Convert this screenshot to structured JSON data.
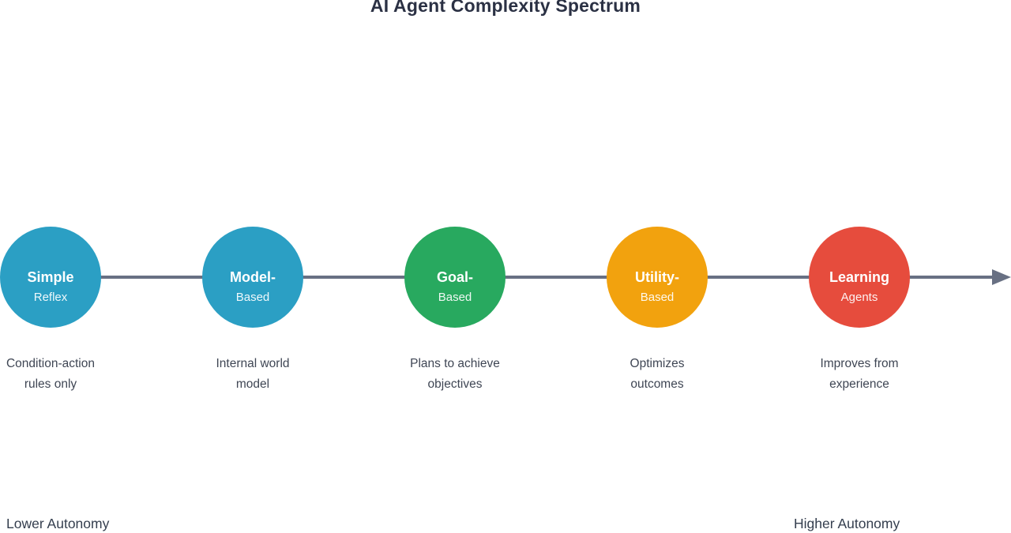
{
  "title": "AI Agent Complexity Spectrum",
  "axis": {
    "start_label": "Lower Autonomy",
    "end_label": "Higher Autonomy",
    "line_color": "#687083"
  },
  "stages": [
    {
      "name": "simple-reflex",
      "label_line1": "Simple",
      "label_line2": "Reflex",
      "desc_line1": "Condition-action",
      "desc_line2": "rules only",
      "color": "#2b9fc4"
    },
    {
      "name": "model-based",
      "label_line1": "Model-",
      "label_line2": "Based",
      "desc_line1": "Internal world",
      "desc_line2": "model",
      "color": "#2b9fc4"
    },
    {
      "name": "goal-based",
      "label_line1": "Goal-",
      "label_line2": "Based",
      "desc_line1": "Plans to achieve",
      "desc_line2": "objectives",
      "color": "#28a95f"
    },
    {
      "name": "utility-based",
      "label_line1": "Utility-",
      "label_line2": "Based",
      "desc_line1": "Optimizes",
      "desc_line2": "outcomes",
      "color": "#f2a20e"
    },
    {
      "name": "learning-agents",
      "label_line1": "Learning",
      "label_line2": "Agents",
      "desc_line1": "Improves from",
      "desc_line2": "experience",
      "color": "#e64c3d"
    }
  ]
}
